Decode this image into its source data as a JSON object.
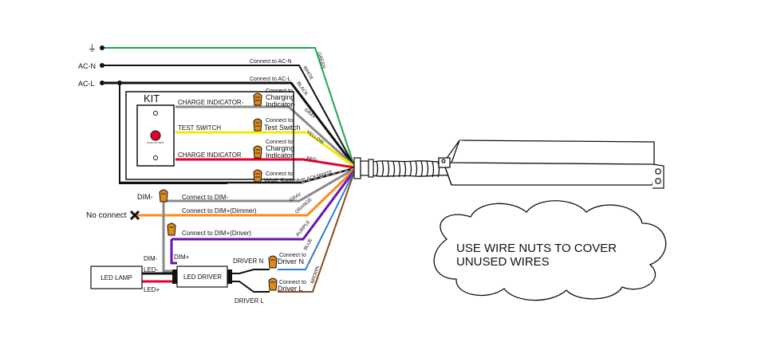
{
  "terminals": {
    "ground_symbol": "⏚",
    "ac_n": "AC-N",
    "ac_l": "AC-L"
  },
  "ac_labels": {
    "ac_n": "Connect to AC-N",
    "ac_l": "Connect to  AC-L"
  },
  "kit": {
    "title": "KIT",
    "charge_indicator_top": "CHARGE INDICATOR-",
    "test_switch": "TEST SWITCH",
    "charge_indicator_bottom": "CHARGE INDICATOR",
    "button_caption": "PUSH TO TEST"
  },
  "nut_labels": {
    "charging_neg": [
      "Connect to",
      "Charging",
      "Indicator-"
    ],
    "test_switch": [
      "Connect to",
      "Test Switch"
    ],
    "charging_pos": [
      "Connect to",
      "Charging",
      "Indicator"
    ],
    "wall_switch": [
      "Connect to",
      "Wall Switch"
    ],
    "driver_n": [
      "Connect to",
      "Driver N"
    ],
    "driver_l": [
      "Connect to",
      "Driver L"
    ]
  },
  "dim": {
    "dim_minus_terminal": "DIM-",
    "dim_minus_connect": "Connect to DIM-",
    "no_connect": "No connect",
    "dimmer_connect": "Connect to DIM+(Dimmer)",
    "driver_connect": "Connect to DIM+(Driver)"
  },
  "driver": {
    "led_lamp": "LED LAMP",
    "led_driver": "LED DRIVER",
    "dim_minus": "DIM-",
    "dim_plus": "DIM+",
    "led_minus": "LED-",
    "led_plus": "LED+",
    "driver_n": "DRIVER N",
    "driver_l": "DRIVER L"
  },
  "wire_colors": [
    "GREEN",
    "WHITE",
    "BLACK",
    "GRAY",
    "YELLOW",
    "RED",
    "BLACK/WHITE",
    "GRAY",
    "ORANGE",
    "PURPLE",
    "BLUE",
    "BROWN"
  ],
  "note": [
    "USE WIRE NUTS TO COVER",
    "UNUSED WIRES"
  ],
  "colors": {
    "green": "#1aa84f",
    "gray": "#8a8a8a",
    "yellow": "#f2ea00",
    "red": "#e4002b",
    "orange": "#ff8a1c",
    "purple": "#6a12b0",
    "blue": "#2b7fd6",
    "brown": "#8a4b1e",
    "nut": "#e08a1a"
  }
}
